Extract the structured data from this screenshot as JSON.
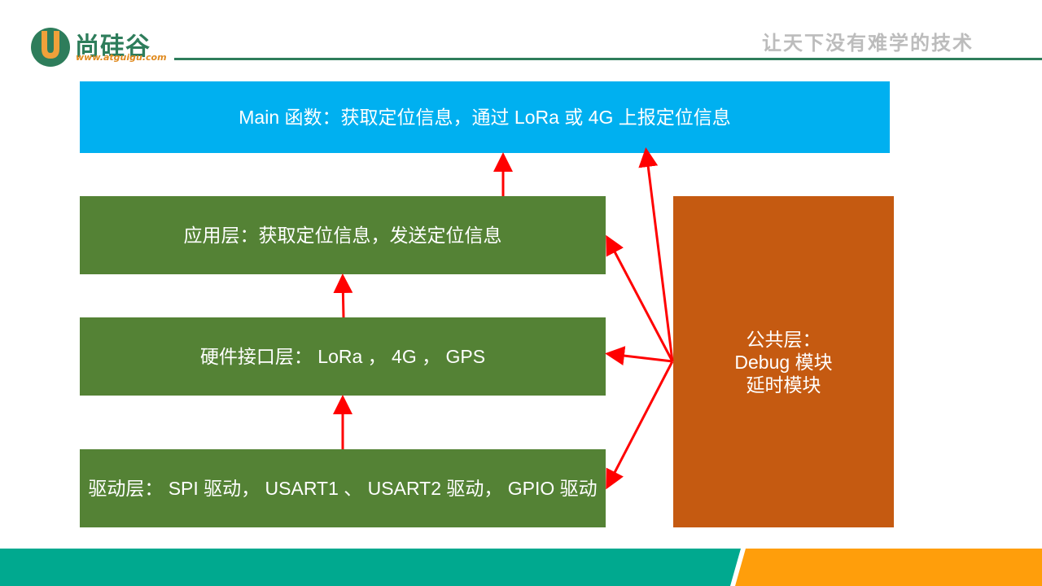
{
  "header": {
    "logo_name": "尚硅谷",
    "logo_url": "www.atguigu.com",
    "slogan": "让天下没有难学的技术"
  },
  "diagram": {
    "main_box": "Main 函数：获取定位信息，通过 LoRa 或 4G 上报定位信息",
    "app_layer": "应用层：获取定位信息，发送定位信息",
    "hw_layer": "硬件接口层： LoRa ， 4G ， GPS",
    "driver_layer": "驱动层： SPI 驱动， USART1 、 USART2 驱动， GPIO 驱动",
    "common_layer": {
      "line1": "公共层：",
      "line2": "Debug 模块",
      "line3": "延时模块"
    }
  },
  "colors": {
    "main_box": "#00b0f0",
    "layer_green": "#548235",
    "common_orange": "#c55a11",
    "arrow_red": "#ff0000",
    "footer_teal": "#00a98f",
    "footer_orange": "#ff9e0b"
  }
}
